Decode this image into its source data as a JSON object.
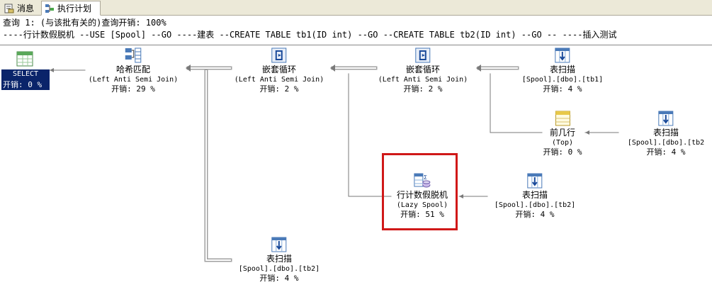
{
  "tabs": [
    {
      "label": "消息",
      "icon": "messages-icon"
    },
    {
      "label": "执行计划",
      "icon": "execution-plan-icon"
    }
  ],
  "query": {
    "line1": "查询 1: (与该批有关的)查询开销: 100%",
    "line2": "----行计数假脱机 --USE [Spool] --GO ----建表 --CREATE TABLE tb1(ID int) --GO --CREATE TABLE tb2(ID int) --GO -- ----插入测试"
  },
  "nodes": {
    "select": {
      "name": "SELECT",
      "cost": "开销: 0 %",
      "icon": "select-icon"
    },
    "hash": {
      "name": "哈希匹配",
      "sub": "(Left Anti Semi Join)",
      "cost": "开销: 29 %",
      "icon": "hash-match-icon"
    },
    "nest1": {
      "name": "嵌套循环",
      "sub": "(Left Anti Semi Join)",
      "cost": "开销: 2 %",
      "icon": "nested-loops-icon"
    },
    "nest2": {
      "name": "嵌套循环",
      "sub": "(Left Anti Semi Join)",
      "cost": "开销: 2 %",
      "icon": "nested-loops-icon"
    },
    "scan_tb1": {
      "name": "表扫描",
      "sub": "[Spool].[dbo].[tb1]",
      "cost": "开销: 4 %",
      "icon": "table-scan-icon"
    },
    "top": {
      "name": "前几行",
      "sub": "(Top)",
      "cost": "开销: 0 %",
      "icon": "top-icon"
    },
    "scan_tb2_a": {
      "name": "表扫描",
      "sub": "[Spool].[dbo].[tb2",
      "cost": "开销: 4 %",
      "icon": "table-scan-icon"
    },
    "spool": {
      "name": "行计数假脱机",
      "sub": "(Lazy Spool)",
      "cost": "开销: 51 %",
      "icon": "row-count-spool-icon"
    },
    "scan_tb2_b": {
      "name": "表扫描",
      "sub": "[Spool].[dbo].[tb2]",
      "cost": "开销: 4 %",
      "icon": "table-scan-icon"
    },
    "scan_tb2_c": {
      "name": "表扫描",
      "sub": "[Spool].[dbo].[tb2]",
      "cost": "开销: 4 %",
      "icon": "table-scan-icon"
    }
  },
  "colors": {
    "highlight": "#d01818",
    "selected": "#0a246a",
    "connector": "#a0a0a0"
  }
}
